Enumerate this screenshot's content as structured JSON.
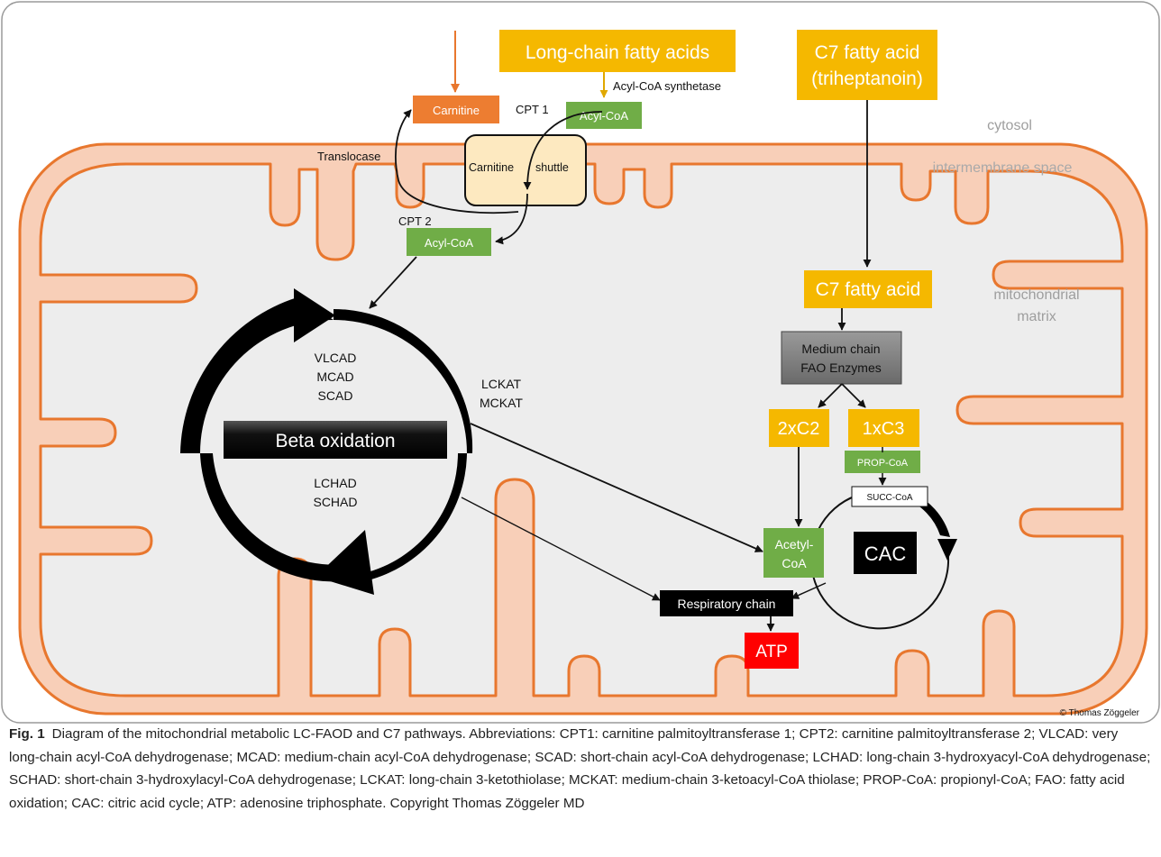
{
  "regions": {
    "cytosol": "cytosol",
    "intermembrane": "intermembrane space",
    "matrix_line1": "mitochondrial",
    "matrix_line2": "matrix"
  },
  "boxes": {
    "long_chain": "Long-chain fatty acids",
    "acyl_coa_synthetase": "Acyl-CoA synthetase",
    "carnitine": "Carnitine",
    "cpt1": "CPT 1",
    "acyl_coa_top": "Acyl-CoA",
    "translocase": "Translocase",
    "shuttle_left": "Carnitine",
    "shuttle_right": "shuttle",
    "cpt2": "CPT 2",
    "acyl_coa_matrix": "Acyl-CoA",
    "c7_line1": "C7 fatty acid",
    "c7_line2": "(triheptanoin)",
    "c7_fatty_acid": "C7 fatty acid",
    "fao_line1": "Medium chain",
    "fao_line2": "FAO Enzymes",
    "c2": "2xC2",
    "c3": "1xC3",
    "prop_coa": "PROP-CoA",
    "succ_coa": "SUCC-CoA",
    "acetyl_line1": "Acetyl-",
    "acetyl_line2": "CoA",
    "cac": "CAC",
    "respiratory": "Respiratory chain",
    "atp": "ATP"
  },
  "enzymes": {
    "vlcad": "VLCAD",
    "mcad": "MCAD",
    "scad": "SCAD",
    "lchad": "LCHAD",
    "schad": "SCHAD",
    "lckat": "LCKAT",
    "mckat": "MCKAT"
  },
  "beta_oxidation": "Beta oxidation",
  "copyright": "© Thomas Zöggeler",
  "caption": {
    "label": "Fig. 1",
    "text": "Diagram of the mitochondrial metabolic LC-FAOD and C7 pathways. Abbreviations: CPT1: carnitine palmitoyltransferase 1; CPT2: carnitine palmitoyltransferase 2; VLCAD: very long-chain acyl-CoA dehydrogenase; MCAD: medium-chain acyl-CoA dehydrogenase; SCAD: short-chain acyl-CoA dehydrogenase; LCHAD: long-chain 3-hydroxyacyl-CoA dehydrogenase; SCHAD: short-chain 3-hydroxylacyl-CoA dehydrogenase; LCKAT: long-chain 3-ketothiolase; MCKAT: medium-chain 3-ketoacyl-CoA thiolase; PROP-CoA: propionyl-CoA; FAO: fatty acid oxidation; CAC: citric acid cycle; ATP: adenosine triphosphate. Copyright Thomas Zöggeler MD"
  },
  "colors": {
    "membrane": "#e8772e",
    "intermembrane_fill": "#f8cfb8",
    "matrix_fill": "#ededed",
    "fatty_acid_box": "#f5b800",
    "acyl_coa_box": "#70ad47",
    "carnitine_box": "#ed7d31",
    "shuttle_box": "#fde9c0",
    "fao_box": "#7f7f7f",
    "atp_box": "#ff0000",
    "dark_box": "#000000"
  }
}
